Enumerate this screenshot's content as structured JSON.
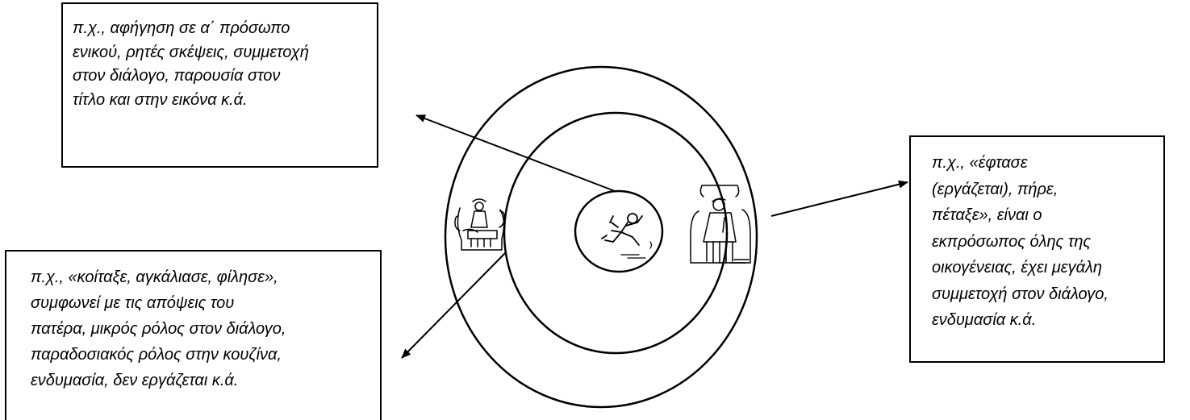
{
  "boxes": {
    "top": {
      "text": "π.χ., αφήγηση σε α΄ πρόσωπο\nενικού, ρητές σκέψεις, συμμετοχή\nστον διάλογο, παρουσία στον\nτίτλο και στην εικόνα  κ.ά."
    },
    "left": {
      "text": "π.χ., «κοίταξε, αγκάλιασε, φίλησε»,\nσυμφωνεί με τις απόψεις του\nπατέρα, μικρός ρόλος στον διάλογο,\nπαραδοσιακός ρόλος στην κουζίνα,\nενδυμασία, δεν εργάζεται κ.ά."
    },
    "right": {
      "text": "π.χ., «έφτασε\n(εργάζεται), πήρε,\nπέταξε», είναι ο\nεκπρόσωπος όλης της\nοικογένειας, έχει μεγάλη\nσυμμετοχή στον διάλογο,\nενδυμασία κ.ά."
    }
  },
  "figures": {
    "inner": "running-child-sketch-icon",
    "left": "woman-in-armchair-sketch-icon",
    "right": "man-in-armchair-sketch-icon"
  },
  "colors": {
    "stroke": "#000000",
    "background": "#ffffff"
  }
}
